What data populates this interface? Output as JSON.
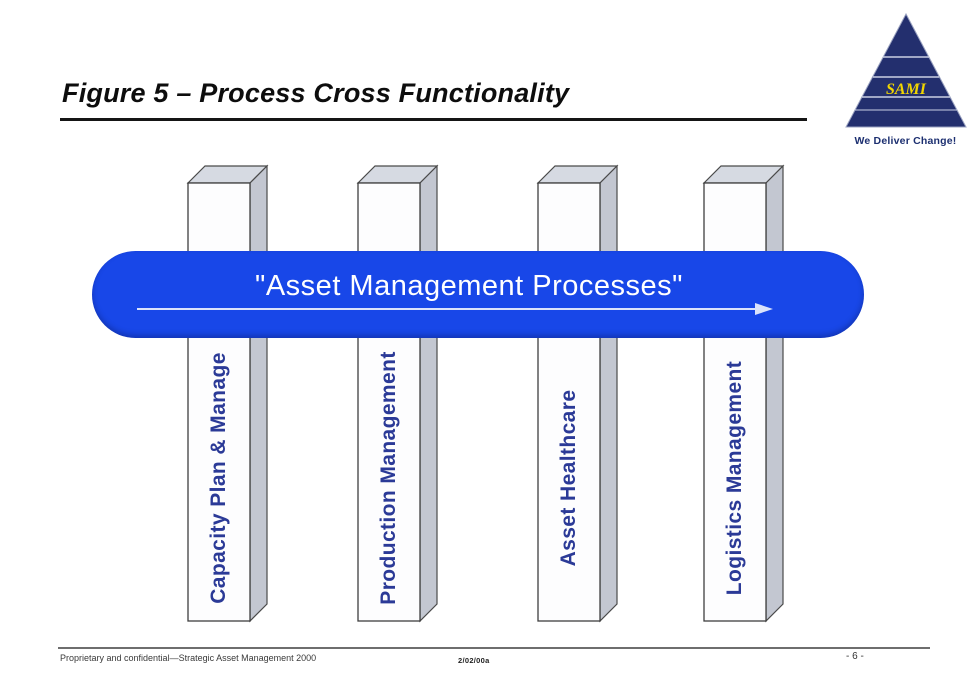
{
  "slide": {
    "title": "Figure 5 – Process Cross Functionality",
    "logo": {
      "text": "SAMI",
      "tagline": "We Deliver Change!"
    },
    "banner": {
      "label": "\"Asset Management  Processes\""
    },
    "pillars": [
      {
        "label": "Capacity Plan & Manage"
      },
      {
        "label": "Production Management"
      },
      {
        "label": "Asset Healthcare"
      },
      {
        "label": "Logistics Management"
      }
    ],
    "footer": {
      "left": "Proprietary and confidential—Strategic Asset Management 2000",
      "center": "2/02/00a",
      "right": "- 6 -"
    },
    "colors": {
      "banner_blue": "#1847e8",
      "pillar_text": "#2b3a97",
      "logo_navy": "#232f6e",
      "logo_gold": "#f2d600"
    }
  }
}
